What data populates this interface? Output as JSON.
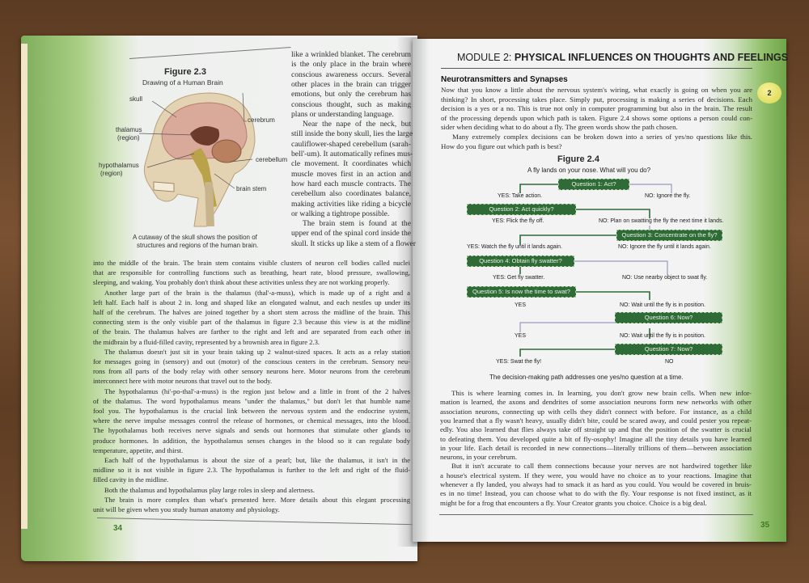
{
  "left_page": {
    "figure": {
      "title": "Figure 2.3",
      "subtitle": "Drawing of a Human Brain",
      "labels": {
        "skull": "skull",
        "thalamus": "thalamus",
        "thalamus_sub": "(region)",
        "hypothalamus": "hypothalamus",
        "hypothalamus_sub": "(region)",
        "cerebrum": "cerebrum",
        "cerebellum": "cerebellum",
        "brain_stem": "brain stem"
      },
      "caption_lines": [
        "A cutaway of the skull shows the position of",
        "structures and regions of the human brain."
      ]
    },
    "column_lines": [
      "like a wrinkled blanket. The cerebrum",
      "is the only place in the brain where",
      "conscious awareness occurs. Several",
      "other places in the brain can trigger",
      "emotions, but only the cerebrum has",
      "conscious thought, such as making",
      "plans or understanding language.",
      "Near the nape of the neck, but",
      "still inside the bony skull, lies the large",
      "cauliflower-shaped cerebellum (sarah-",
      "bell'-um). It automatically refines mus-",
      "cle movement. It coordinates which",
      "muscle moves first in an action and",
      "how hard each muscle contracts. The",
      "cerebellum also coordinates balance,",
      "making activities like riding a bicycle",
      "or walking a tightrope possible.",
      "The brain stem is found at the",
      "upper end of the spinal cord inside the",
      "skull. It sticks up like a stem of a flower"
    ],
    "body_lines": [
      "into the middle of the brain. The brain stem contains visible clusters of neuron cell bodies called nuclei",
      "that are responsible for controlling functions such as breathing, heart rate, blood pressure, swallowing,",
      "sleeping, and waking. You probably don't think about these activities unless they are not working properly.",
      "Another large part of the brain is the thalamus (thal'-a-muss), which is made up of a right and a",
      "left half. Each half is about 2 in. long and shaped like an elongated walnut, and each nestles up under its",
      "half of the cerebrum. The halves are joined together by a short stem across the midline of the brain. This",
      "connecting stem is the only visible part of the thalamus in figure 2.3 because this view is at the midline",
      "of the brain. The thalamus halves are farther to the right and left and are separated from each other in",
      "the midbrain by a fluid-filled cavity, represented by a brownish area in figure 2.3.",
      "The thalamus doesn't just sit in your brain taking up 2 walnut-sized spaces. It acts as a relay station",
      "for messages going in (sensory) and out (motor) of the conscious centers in the cerebrum. Sensory neu-",
      "rons from all parts of the body relay with other sensory neurons here. Motor neurons from the cerebrum",
      "interconnect here with motor neurons that travel out to the body.",
      "The hypothalamus (hi'-po-thal'-a-muss) is the region just below and a little in front of the 2 halves",
      "of the thalamus. The word hypothalamus means \"under the thalamus,\" but don't let that humble name",
      "fool you. The hypothalamus is the crucial link between the nervous system and the endocrine system,",
      "where the nerve impulse messages control the release of hormones, or chemical messages, into the blood.",
      "The hypothalamus both receives nerve signals and sends out hormones that stimulate other glands to",
      "produce hormones. In addition, the hypothalamus senses changes in the blood so it can regulate body",
      "temperature, appetite, and thirst.",
      "Each half of the hypothalamus is about the size of a pearl; but, like the thalamus, it isn't in the",
      "midline so it is not visible in figure 2.3. The hypothalamus is further to the left and right of the fluid-",
      "filled cavity in the midline.",
      "Both the thalamus and hypothalamus play large roles in sleep and alertness.",
      "The brain is more complex than what's presented here. More details about this elegant processing",
      "unit will be given when you study human anatomy and physiology."
    ],
    "indented_body_lines": [
      3,
      9,
      13,
      20,
      23,
      24
    ],
    "indented_column_lines": [
      7,
      17
    ],
    "page_number": "34"
  },
  "right_page": {
    "header_prefix": "MODULE 2:",
    "header_title": "PHYSICAL INFLUENCES ON THOUGHTS AND FEELINGS",
    "chapter_tab": "2",
    "section_heading": "Neurotransmitters and Synapses",
    "intro_lines": [
      "Now that you know a little about the nervous system's wiring, what exactly is going on when you are",
      "thinking? In short, processing takes place. Simply put, processing is making a series of decisions. Each",
      "decision is a yes or a no. This is true not only in computer programming but also in the brain. The result",
      "of the processing depends upon which path is taken. Figure 2.4 shows some options a person could con-",
      "sider when deciding what to do about a fly. The green words show the path chosen.",
      "Many extremely complex decisions can be broken down into a series of yes/no questions like this.",
      "How do you figure out which path is best?"
    ],
    "indented_intro_lines": [
      5
    ],
    "figure": {
      "title": "Figure 2.4",
      "subtitle": "A fly lands on your nose. What will you do?",
      "questions": [
        "Question 1: Act?",
        "Question 2: Act quickly?",
        "Question 3: Concentrate on the fly?",
        "Question 4: Obtain fly swatter?",
        "Question 5: Is now the time to swat?",
        "Question 6: Now?",
        "Question 7: Now?"
      ],
      "answers": {
        "q1_yes": "YES: Take action.",
        "q1_no": "NO: Ignore the fly.",
        "q2_yes": "YES: Flick the fly off.",
        "q2_no": "NO: Plan on swatting the fly the next time it lands.",
        "q3_yes": "YES: Watch the fly until it lands again.",
        "q3_no": "NO: Ignore the fly until it lands again.",
        "q4_yes": "YES: Get fly swatter.",
        "q4_no": "NO: Use nearby object to swat fly.",
        "q5_yes": "YES",
        "q5_no": "NO: Wait until the fly is in position.",
        "q6_yes": "YES",
        "q6_no": "NO: Wait until the fly is in position.",
        "q7_yes": "YES: Swat the fly!",
        "q7_no": "NO"
      },
      "caption": "The decision-making path addresses one yes/no question at a time."
    },
    "body_lines": [
      "This is where learning comes in. In learning, you don't grow new brain cells. When new infor-",
      "mation is learned, the axons and dendrites of some association neurons form new networks with other",
      "association neurons, connecting up with cells they didn't connect with before. For instance, as a child",
      "you learned that a fly wasn't heavy, usually didn't bite, could be scared away, and could pester you repeat-",
      "edly. You also learned that flies always take off straight up and that the position of the swatter is crucial",
      "to defeating them. You developed quite a bit of fly-osophy! Imagine all the tiny details you have learned",
      "in your life. Each detail is recorded in new connections—literally trillions of them—between association",
      "neurons, in your cerebrum.",
      "But it isn't accurate to call them connections because your nerves are not hardwired together like",
      "a house's electrical system. If they were, you would have no choice as to your reactions. Imagine that",
      "whenever a fly landed, you always had to smack it as hard as you could. You would be covered in bruis-",
      "es in no time! Instead, you can choose what to do with the fly. Your response is not fixed instinct, as it",
      "might be for a frog that encounters a fly. Your Creator grants you choice. Choice is a big deal."
    ],
    "indented_body_lines": [
      0,
      8
    ],
    "page_number": "35"
  },
  "colors": {
    "accent_green": "#2f6b36",
    "term_blue": "#3b4f9a",
    "page_number_green": "#3f7a2e"
  }
}
